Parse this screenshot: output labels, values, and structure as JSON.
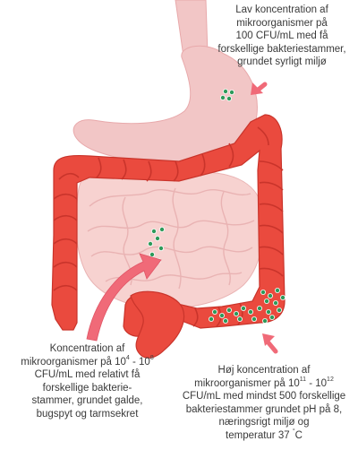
{
  "labels": {
    "stomach": {
      "lines": [
        "Lav koncentration af",
        "mikroorganismer på",
        "100 CFU/mL med få",
        "forskellige bakteriestammer,",
        "grundet syrligt miljø"
      ]
    },
    "small_intestine": {
      "line1_prefix": "Koncentration af",
      "line2_pre": "mikroorganismer på 10",
      "line2_sup1": "4",
      "line2_mid": " - 10",
      "line2_sup2": "8",
      "lines_rest": [
        "CFU/mL med relativt få",
        "forskellige bakterie-",
        "stammer, grundet galde,",
        "bugspyt og tarmsekret"
      ]
    },
    "large_intestine": {
      "line1": "Høj koncentration af",
      "line2_pre": "mikroorganismer på 10",
      "line2_sup1": "11",
      "line2_mid": " - 10",
      "line2_sup2": "12",
      "line3": "CFU/mL med mindst 500 forskellige",
      "line4": "bakteriestammer grundet pH på 8,",
      "line5": "næringsrigt miljø og",
      "line6_pre": "temperatur 37 ",
      "line6_sup": "°",
      "line6_post": "C"
    }
  },
  "colors": {
    "colon": "#ea4a3e",
    "colon_dark": "#c9342b",
    "stomach": "#f2c6c6",
    "stomach_dark": "#e8a9ab",
    "small_intestine": "#f7d2d0",
    "small_intestine_line": "#e9b3b3",
    "arrow": "#f06a78",
    "bacteria": "#2d9a5a",
    "text": "#3a3a3a"
  }
}
